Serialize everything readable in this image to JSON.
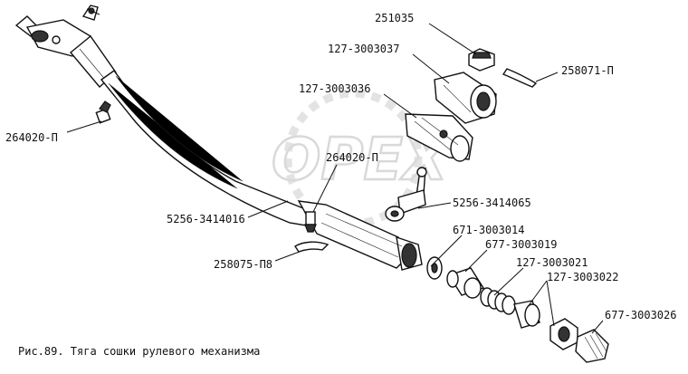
{
  "watermark": "OPEX",
  "caption": "Рис.89. Тяга сошки рулевого механизма",
  "parts": {
    "p251035": "251035",
    "p127_3003037": "127-3003037",
    "p258071_P": "258071-П",
    "p127_3003036": "127-3003036",
    "p264020_P_left": "264020-П",
    "p264020_P_mid": "264020-П",
    "p5256_3414065": "5256-3414065",
    "p5256_3414016": "5256-3414016",
    "p671_3003014": "671-3003014",
    "p677_3003019": "677-3003019",
    "p258075_P8": "258075-П8",
    "p127_3003021": "127-3003021",
    "p127_3003022": "127-3003022",
    "p677_3003026": "677-3003026"
  }
}
